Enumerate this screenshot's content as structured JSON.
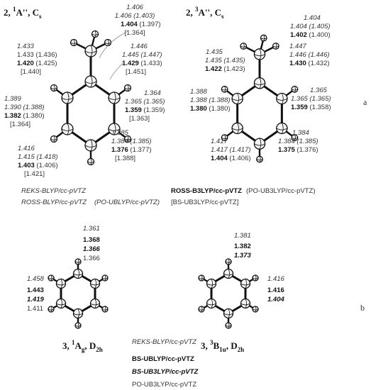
{
  "panel_a": {
    "side_label": "a",
    "left": {
      "title": {
        "num": "2,",
        "sup": "1",
        "state": "A'', C",
        "sub": "s"
      },
      "labels": {
        "top": [
          "1.406",
          "1.406 (1.403)",
          "1.404",
          " (1.397)",
          "[1.364]"
        ],
        "ul": [
          "1.433",
          "1.433 (1.436)",
          "1.420",
          " (1.425)",
          "[1.440]"
        ],
        "ur": [
          "1.446",
          "1.445 (1.447)",
          "1.429",
          " (1.433)",
          "[1.451]"
        ],
        "l": [
          "1.389",
          "1.390 (1.388)",
          "1.382",
          " (1.380)",
          "[1.364]"
        ],
        "r": [
          "1.364",
          "1.365 (1.365)",
          "1.359",
          " (1.359)",
          "[1.363]"
        ],
        "ll": [
          "1.416",
          "1.415 (1.418)",
          "1.403",
          " (1.406)",
          "[1.421]"
        ],
        "lr": [
          "1.385",
          "1.384 (1.385)",
          "1.376",
          " (1.377)",
          "[1.388]"
        ]
      },
      "methods": [
        "REKS-BLYP/cc-pVTZ",
        "ROSS-BLYP/cc-pVTZ",
        "(PO-UBLYP/cc-pVTZ)"
      ]
    },
    "right": {
      "title": {
        "num": "2,",
        "sup": "3",
        "state": "A'', C",
        "sub": "s"
      },
      "labels": {
        "top": [
          "1.404",
          "1.404 (1.405)",
          "1.402",
          " (1.400)"
        ],
        "ul": [
          "1.435",
          "1.435 (1.435)",
          "1.422",
          " (1.423)"
        ],
        "ur": [
          "1.447",
          "1.446 (1.446)",
          "1.430",
          " (1.432)"
        ],
        "l": [
          "1.388",
          "1.388 (1.388)",
          "1.380",
          " (1.380)"
        ],
        "r": [
          "1.365",
          "1.365 (1.365)",
          "1.359",
          " (1.358)"
        ],
        "ll": [
          "1.417",
          "1.417 (1.417)",
          "1.404",
          " (1.406)"
        ],
        "lr": [
          "1.384",
          "1.384 (1.385)",
          "1.375",
          " (1.376)"
        ]
      },
      "methods": [
        "ROSS-B3LYP/cc-pVTZ",
        "(PO-UB3LYP/cc-pVTZ)",
        "[BS-UB3LYP/cc-pVTZ]"
      ]
    }
  },
  "panel_b": {
    "side_label": "b",
    "left": {
      "title": {
        "num": "3,",
        "sup": "1",
        "state": "A",
        "sub": "g",
        "sym": ", D",
        "sub2": "2h"
      },
      "top": [
        "1.361",
        "1.368",
        "1.366",
        "1.366"
      ],
      "side": [
        "1.458",
        "1.443",
        "1.419",
        "1.411"
      ]
    },
    "right": {
      "title": {
        "num": "3,",
        "sup": "3",
        "state": "B",
        "sub": "1u",
        "sym": ", D",
        "sub2": "2h"
      },
      "top": [
        "1.381",
        "1.382",
        "1.373"
      ],
      "side": [
        "1.416",
        "1.416",
        "1.404"
      ]
    },
    "methods": [
      "REKS-BLYP/cc-pVTZ",
      "BS-UBLYP/cc-pVTZ",
      "BS-UB3LYP/cc-pVTZ",
      "PO-UB3LYP/cc-pVTZ"
    ]
  }
}
